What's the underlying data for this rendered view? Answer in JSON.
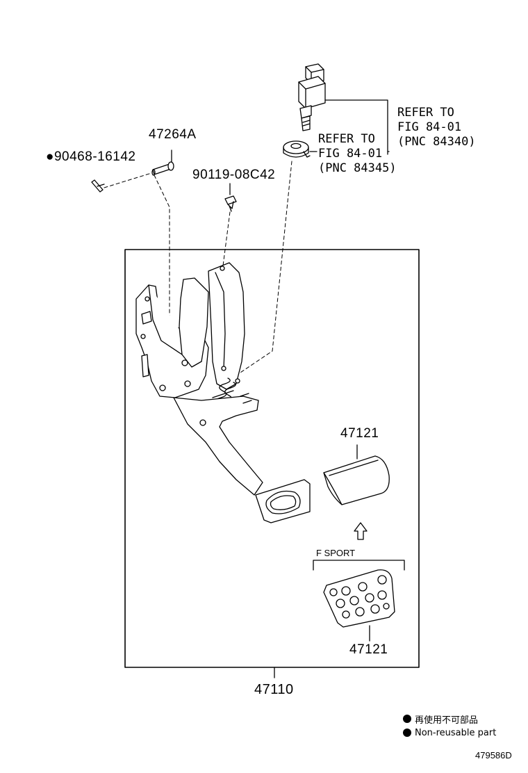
{
  "parts": {
    "clip_mark": "●",
    "clip": "90468-16142",
    "pin": "47264A",
    "bolt": "90119-08C42",
    "assembly": "47110",
    "pad": "47121",
    "pad_sport": "47121"
  },
  "refs": {
    "stoplamp_switch": [
      "REFER TO",
      "FIG 84-01",
      "(PNC 84340)"
    ],
    "clip_switch": [
      "REFER TO",
      "FIG 84-01",
      "(PNC 84345)"
    ]
  },
  "variant_label": "F SPORT",
  "legend": {
    "jp": "再使用不可部品",
    "en": "Non-reusable part"
  },
  "figure_id": "479586D"
}
